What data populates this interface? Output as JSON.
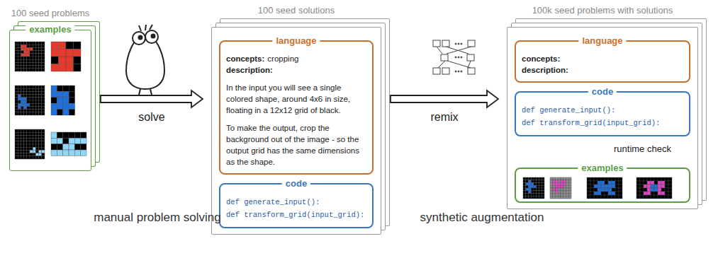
{
  "diagram": {
    "nodes": [
      {
        "text": [
          "100 seed problems",
          "examples"
        ]
      },
      {
        "text": [
          "100 seed solutions"
        ]
      },
      {
        "text": [
          "language",
          "concepts:",
          "cropping",
          "description:",
          "In the input you will see a single colored shape, around 4x6 in size, floating in a 12x12 grid of black.",
          "To make the output, crop the background out of the image - so the output grid has the same dimensions as the shape."
        ],
        "in": 1
      },
      {
        "text": [
          "code",
          "def generate_input():",
          "def transform_grid(input_grid):"
        ],
        "in": 1
      },
      {
        "text": [
          "100k seed problems with solutions"
        ]
      },
      {
        "text": [
          "language",
          "concepts:",
          "description:"
        ],
        "in": 4
      },
      {
        "text": [
          "code",
          "def generate_input():",
          "def transform_grid(input_grid):"
        ],
        "in": 4
      },
      {
        "text": [
          "examples"
        ],
        "in": 4
      }
    ],
    "edges": [
      {
        "from": 0,
        "to": 1,
        "label": "solve",
        "arrow": "to"
      },
      {
        "from": 1,
        "to": 4,
        "label": "remix",
        "arrow": "to"
      },
      {
        "from": 6,
        "to": 7,
        "label": "runtime check",
        "arrow": "to"
      }
    ],
    "labels": [
      "manual problem solving",
      "synthetic augmentation"
    ]
  }
}
